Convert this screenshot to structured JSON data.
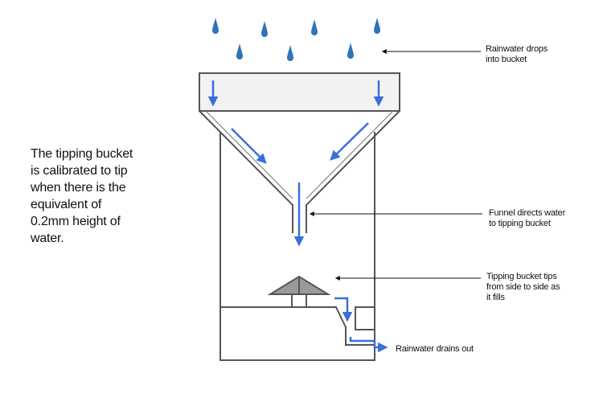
{
  "description_lines": [
    "The tipping bucket",
    "is calibrated to tip",
    "when there is the",
    "equivalent of",
    "0.2mm height of",
    "water."
  ],
  "callouts": {
    "rain": [
      "Rainwater drops",
      "into bucket"
    ],
    "funnel": [
      "Funnel directs water",
      "to tipping bucket"
    ],
    "tipping": [
      "Tipping bucket tips",
      "from side to side as",
      "it fills"
    ],
    "drain": [
      "Rainwater drains out"
    ]
  },
  "colors": {
    "outline": "#555555",
    "flow_arrow": "#3a6fd8",
    "raindrop": "#2f73b8",
    "bucket_fill": "#9a9a9a",
    "funnel_fill": "#f2f2f2"
  }
}
